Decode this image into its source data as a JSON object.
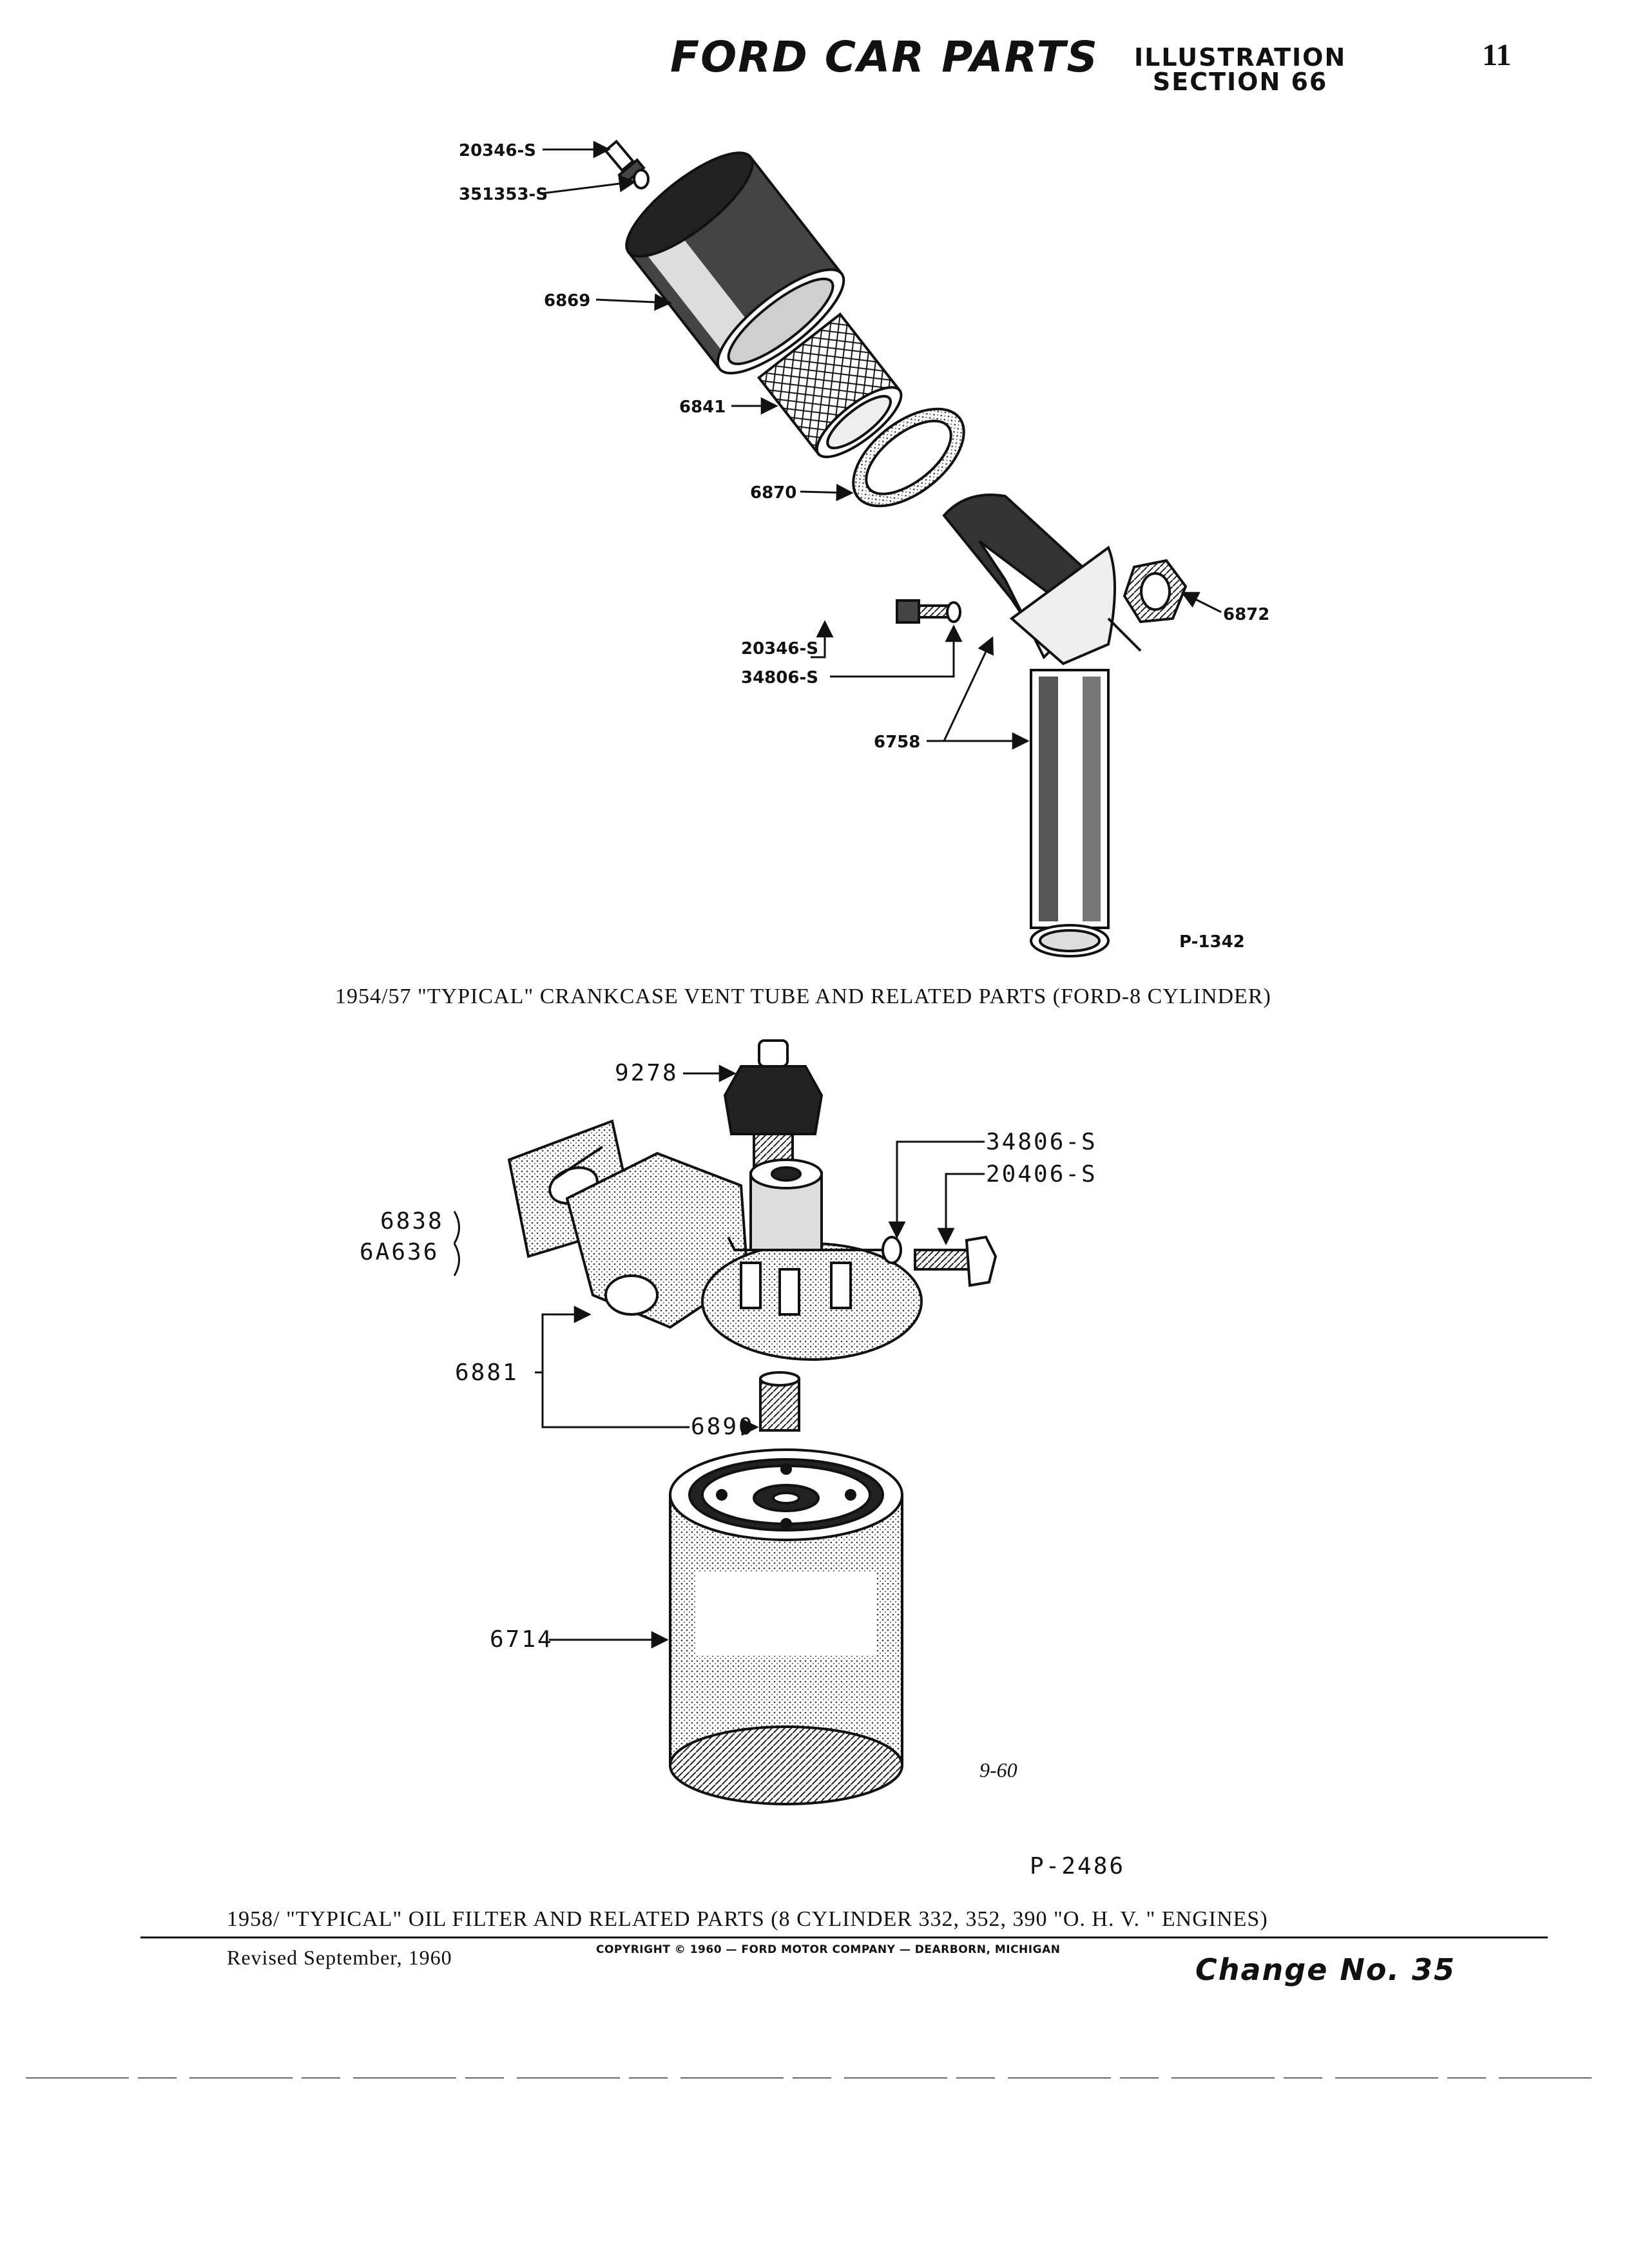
{
  "header": {
    "title": "FORD CAR PARTS",
    "section_line1": "ILLUSTRATION",
    "section_line2": "SECTION 66",
    "page_number": "11"
  },
  "figure1": {
    "labels": {
      "bolt_top": "20346-S",
      "washer_top": "351353-S",
      "cover": "6869",
      "element": "6841",
      "gasket": "6870",
      "gasket_small": "6872",
      "bolt_side": "20346-S",
      "washer_side": "34806-S",
      "tube": "6758"
    },
    "plate_number": "P-1342",
    "caption": "1954/57 \"TYPICAL\" CRANKCASE VENT TUBE AND RELATED PARTS (FORD-8 CYLINDER)"
  },
  "figure2": {
    "labels": {
      "switch": "9278",
      "washer": "34806-S",
      "bolt": "20406-S",
      "gasket_a": "6838",
      "gasket_b": "6A636",
      "adapter": "6881",
      "nipple": "6890",
      "filter": "6714"
    },
    "date_code": "9-60",
    "plate_number": "P-2486",
    "caption": "1958/  \"TYPICAL\" OIL FILTER AND RELATED PARTS (8 CYLINDER 332,  352,  390  \"O. H. V. \" ENGINES)"
  },
  "footer": {
    "revised": "Revised September,  1960",
    "copyright": "COPYRIGHT © 1960 — FORD MOTOR COMPANY — DEARBORN, MICHIGAN",
    "change": "Change No. 35"
  }
}
